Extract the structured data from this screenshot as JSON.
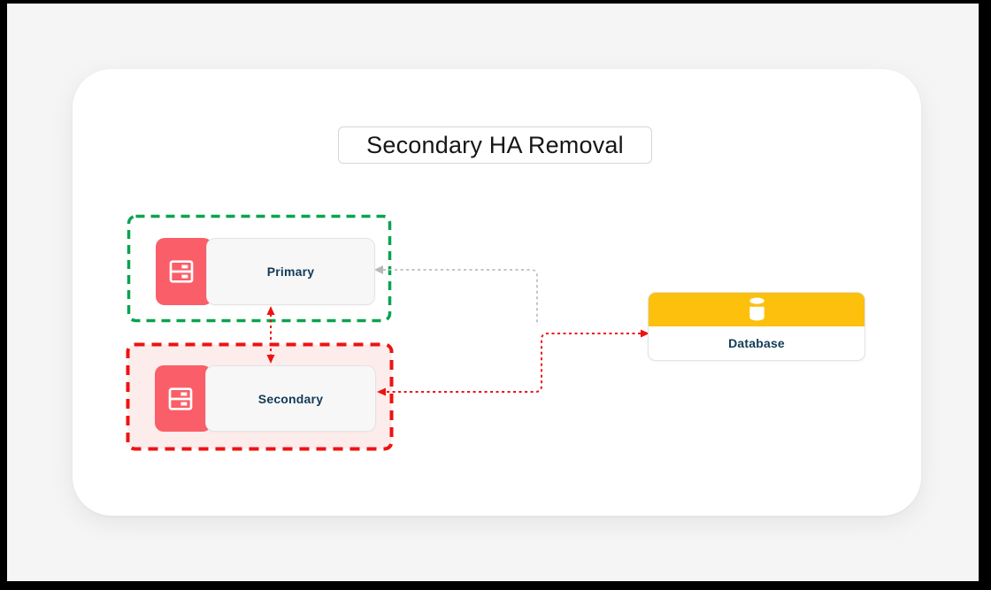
{
  "title": {
    "text": "Secondary HA Removal"
  },
  "diagram": {
    "groups": [
      {
        "id": "primary-group",
        "role": "kept",
        "border_color": "#0aa34f",
        "fill": "none"
      },
      {
        "id": "secondary-removal-group",
        "role": "marked-for-removal",
        "border_color": "#ee1212",
        "fill": "#fdecec"
      }
    ],
    "nodes": [
      {
        "id": "primary",
        "label": "Primary",
        "icon": "server-icon",
        "accent_color": "#fa5e68",
        "label_color": "#123a56"
      },
      {
        "id": "secondary",
        "label": "Secondary",
        "icon": "server-icon",
        "accent_color": "#fa5e68",
        "label_color": "#123a56"
      },
      {
        "id": "database",
        "label": "Database",
        "icon": "database-icon",
        "accent_color": "#fcc00d",
        "label_color": "#123a56"
      }
    ],
    "edges": [
      {
        "from": "database",
        "to": "primary",
        "style": "dashed",
        "color": "#c3c3c3",
        "arrow": "to"
      },
      {
        "from": "secondary",
        "to": "database",
        "style": "dashed",
        "color": "#ee1212",
        "arrow": "both"
      },
      {
        "from": "primary",
        "to": "secondary",
        "style": "dashed",
        "color": "#ee1212",
        "arrow": "both"
      }
    ]
  },
  "colors": {
    "frame": "#000000",
    "background": "#f5f5f6",
    "card": "#ffffff",
    "green_dash": "#0aa34f",
    "red_dash": "#ee1212",
    "pink_fill": "#fdecec",
    "node_accent_red": "#fa5e68",
    "node_body": "#f7f7f8",
    "db_yellow": "#fcc00d",
    "label_navy": "#123a56",
    "gray_edge": "#c3c3c3"
  }
}
